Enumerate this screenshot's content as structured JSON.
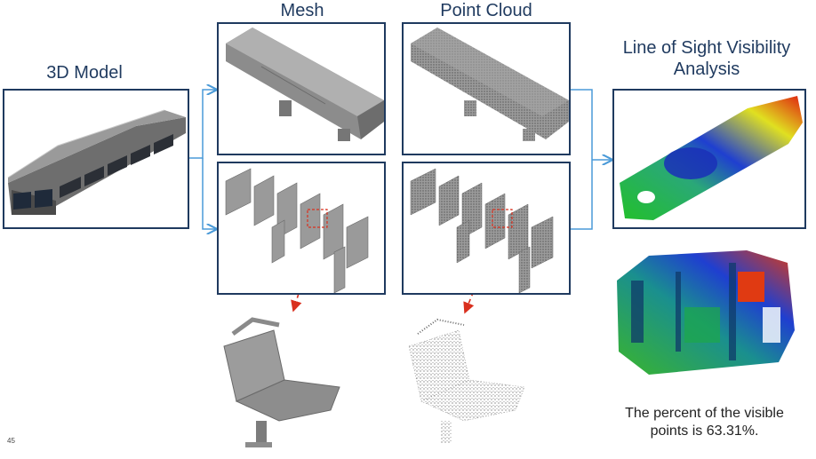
{
  "labels": {
    "model": "3D Model",
    "mesh": "Mesh",
    "cloud": "Point Cloud",
    "los": "Line of Sight Visibility Analysis"
  },
  "caption": "The percent of the visible points is 63.31%.",
  "page_number": "45",
  "colors": {
    "frame": "#1f3a5f",
    "connector": "#4a9ad8",
    "detail_arrow": "#d9301e",
    "mesh_gray": "#8a8a8a"
  }
}
